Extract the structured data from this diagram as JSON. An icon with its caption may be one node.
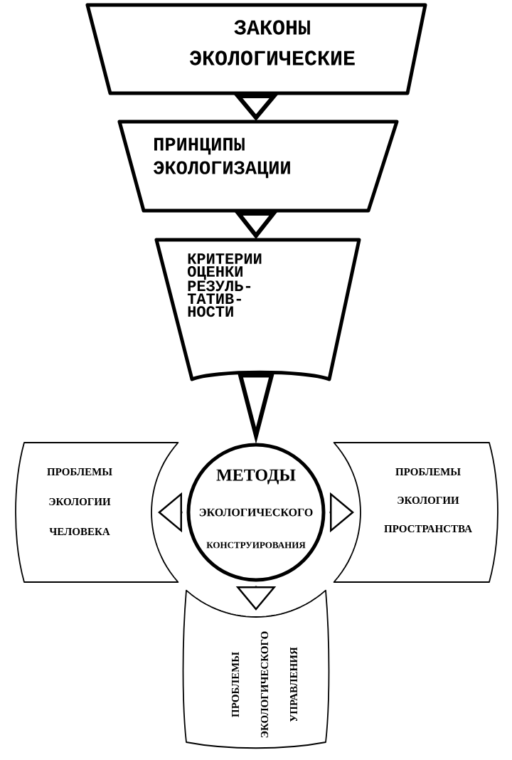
{
  "diagram": {
    "nodes": [
      {
        "text": [
          "ЗАКОНЫ ЭКОЛОГИЧЕСКИЕ"
        ]
      },
      {
        "text": [
          "ПРИНЦИПЫ ЭКОЛОГИЗАЦИИ"
        ]
      },
      {
        "text": [
          "КРИТЕРИИ ОЦЕНКИ РЕЗУЛЬ- ТАТИВ- НОСТИ"
        ]
      },
      {
        "text": [
          "МЕТОДЫ",
          "ЭКОЛОГИЧЕСКОГО",
          "КОНСТРУИРОВАНИЯ"
        ]
      },
      {
        "text": [
          "ПРОБЛЕМЫ ЭКОЛОГИИ ЧЕЛОВЕКА"
        ]
      },
      {
        "text": [
          "ПРОБЛЕМЫ ЭКОЛОГИИ ПРОСТРАНСТВА"
        ]
      },
      {
        "text": [
          "ПРОБЛЕМЫ ЭКОЛОГИЧЕСКОГО УПРАВЛЕНИЯ"
        ]
      }
    ],
    "edges": [
      {
        "from": 0,
        "to": 1,
        "arrow": "to",
        "style": "thick"
      },
      {
        "from": 1,
        "to": 2,
        "arrow": "to",
        "style": "thick"
      },
      {
        "from": 2,
        "to": 3,
        "arrow": "to",
        "style": "thick"
      },
      {
        "from": 3,
        "to": 4,
        "arrow": "to"
      },
      {
        "from": 3,
        "to": 5,
        "arrow": "to"
      },
      {
        "from": 3,
        "to": 6,
        "arrow": "to"
      }
    ]
  }
}
